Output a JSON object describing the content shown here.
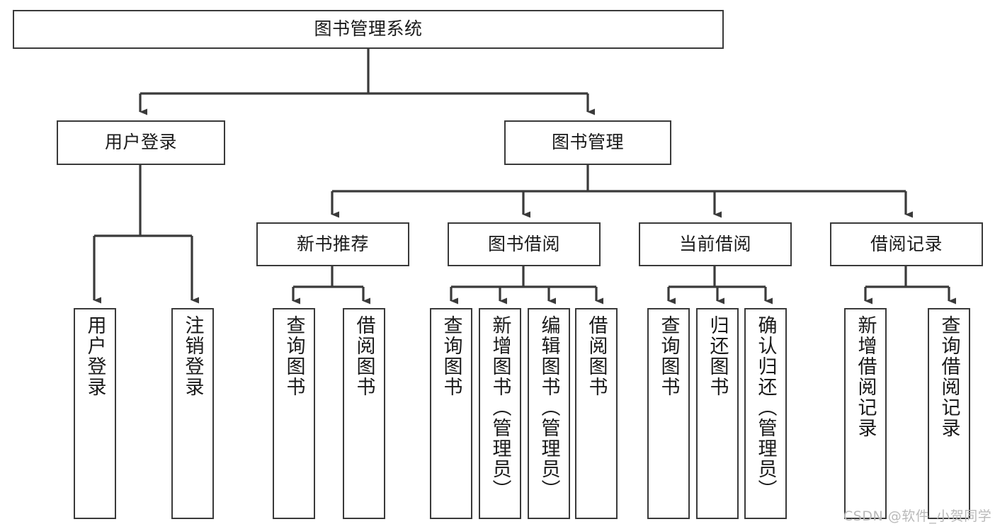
{
  "diagram": {
    "title": "图书管理系统",
    "type": "hierarchy-tree",
    "levels": 4,
    "root": {
      "id": "root",
      "label": "图书管理系统",
      "orientation": "horizontal"
    },
    "level2": [
      {
        "id": "user-login",
        "label": "用户登录",
        "orientation": "horizontal"
      },
      {
        "id": "book-manage",
        "label": "图书管理",
        "orientation": "horizontal"
      }
    ],
    "level3": [
      {
        "id": "new-book-recommend",
        "label": "新书推荐",
        "orientation": "horizontal",
        "parent": "book-manage"
      },
      {
        "id": "book-borrow",
        "label": "图书借阅",
        "orientation": "horizontal",
        "parent": "book-manage"
      },
      {
        "id": "current-borrow",
        "label": "当前借阅",
        "orientation": "horizontal",
        "parent": "book-manage"
      },
      {
        "id": "borrow-record",
        "label": "借阅记录",
        "orientation": "horizontal",
        "parent": "book-manage"
      }
    ],
    "leaves": {
      "user_login": [
        {
          "id": "leaf-user-login",
          "label": "用户登录"
        },
        {
          "id": "leaf-user-logout",
          "label": "注销登录"
        }
      ],
      "new_book_recommend": [
        {
          "id": "leaf-query-book-1",
          "label": "查询图书"
        },
        {
          "id": "leaf-borrow-book-1",
          "label": "借阅图书"
        }
      ],
      "book_borrow": [
        {
          "id": "leaf-query-book-2",
          "label": "查询图书"
        },
        {
          "id": "leaf-add-book",
          "label": "新增图书（管理员）"
        },
        {
          "id": "leaf-edit-book",
          "label": "编辑图书（管理员）"
        },
        {
          "id": "leaf-borrow-book-2",
          "label": "借阅图书"
        }
      ],
      "current_borrow": [
        {
          "id": "leaf-query-book-3",
          "label": "查询图书"
        },
        {
          "id": "leaf-return-book",
          "label": "归还图书"
        },
        {
          "id": "leaf-confirm-return",
          "label": "确认归还（管理员）"
        }
      ],
      "borrow_record": [
        {
          "id": "leaf-add-record",
          "label": "新增借阅记录"
        },
        {
          "id": "leaf-query-record",
          "label": "查询借阅记录"
        }
      ]
    },
    "watermark": "CSDN @软件_小贺同学",
    "colors": {
      "stroke": "#3a3a3a",
      "fill": "#ffffff",
      "text": "#1a1a1a",
      "watermark": "#b9b9b9"
    }
  }
}
